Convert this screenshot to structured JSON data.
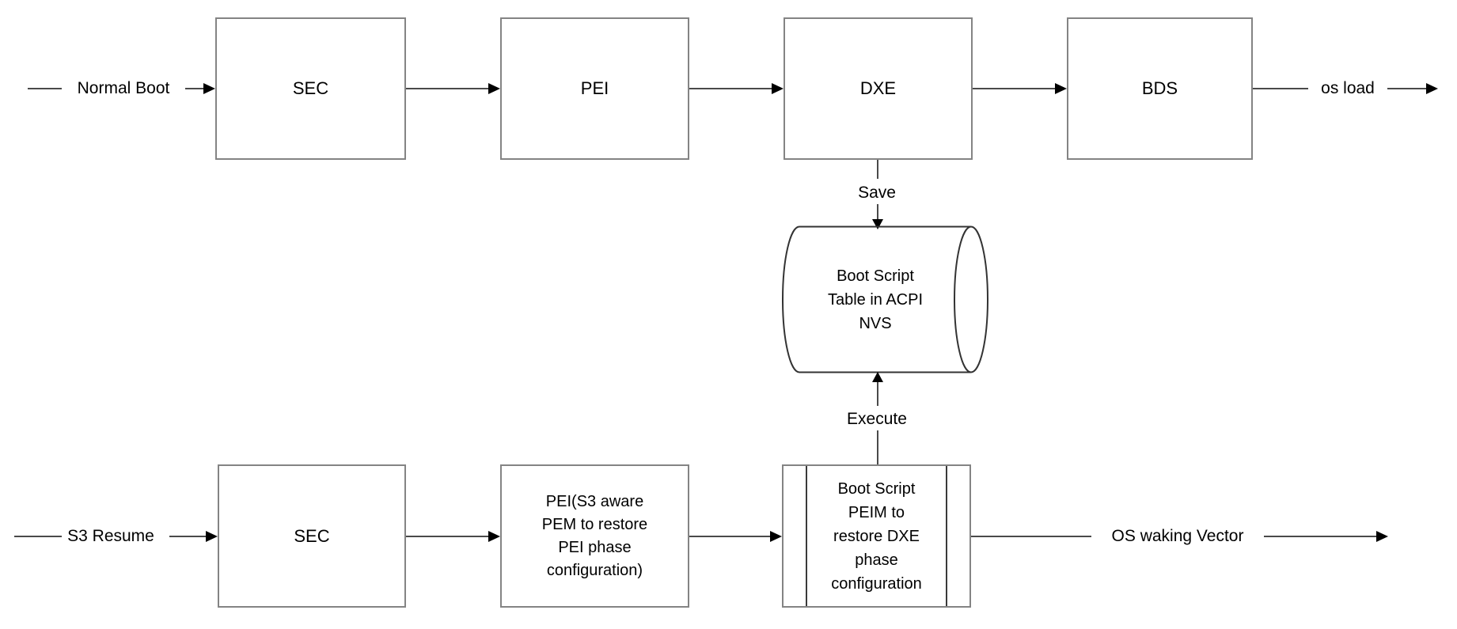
{
  "diagram": {
    "title_semantic": "UEFI boot flow with S3 resume boot script",
    "normal_boot": {
      "entry_label": "Normal Boot",
      "boxes": [
        {
          "label": "SEC"
        },
        {
          "label": "PEI"
        },
        {
          "label": "DXE"
        },
        {
          "label": "BDS"
        }
      ],
      "exit_label": "os load"
    },
    "save_label": "Save",
    "storage": {
      "lines": [
        "Boot Script",
        "Table in ACPI",
        "NVS"
      ]
    },
    "execute_label": "Execute",
    "s3_resume": {
      "entry_label": "S3 Resume",
      "sec_label": "SEC",
      "pei_lines": [
        "PEI(S3 aware",
        "PEM to restore",
        "PEI phase",
        "configuration)"
      ],
      "peim_lines": [
        "Boot Script",
        "PEIM to",
        "restore DXE",
        "phase",
        "configuration"
      ],
      "exit_label": "OS waking Vector"
    },
    "colors": {
      "background": "#ffffff",
      "box_border": "#848484",
      "connector_line": "#4a4a4a",
      "arrowhead": "#000000",
      "text": "#000000"
    }
  }
}
